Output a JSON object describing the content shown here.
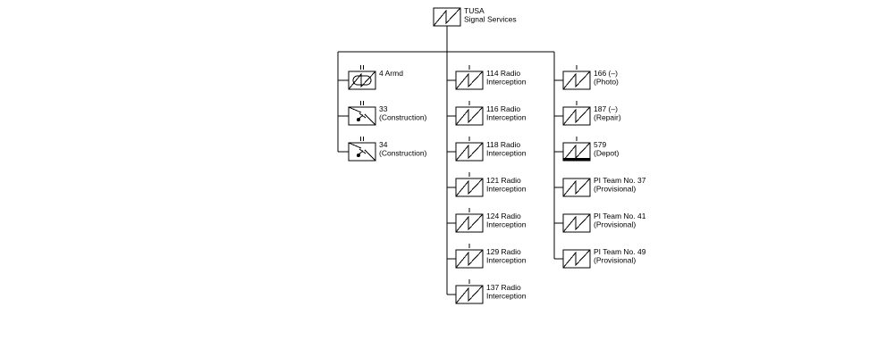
{
  "root": {
    "line1": "TUSA",
    "line2": "Signal Services"
  },
  "columns": [
    {
      "units": [
        {
          "line1": "4 Armd",
          "line2": "",
          "symbol": "armored-signal",
          "echelon": "II"
        },
        {
          "line1": "33",
          "line2": "(Construction)",
          "symbol": "construction-signal",
          "echelon": "II"
        },
        {
          "line1": "34",
          "line2": "(Construction)",
          "symbol": "construction-signal",
          "echelon": "II"
        }
      ]
    },
    {
      "units": [
        {
          "line1": "114 Radio",
          "line2": "Interception",
          "symbol": "signal",
          "echelon": "I"
        },
        {
          "line1": "116 Radio",
          "line2": "Interception",
          "symbol": "signal",
          "echelon": "I"
        },
        {
          "line1": "118 Radio",
          "line2": "Interception",
          "symbol": "signal",
          "echelon": "I"
        },
        {
          "line1": "121 Radio",
          "line2": "Interception",
          "symbol": "signal",
          "echelon": "I"
        },
        {
          "line1": "124 Radio",
          "line2": "Interception",
          "symbol": "signal",
          "echelon": "I"
        },
        {
          "line1": "129 Radio",
          "line2": "Interception",
          "symbol": "signal",
          "echelon": "I"
        },
        {
          "line1": "137 Radio",
          "line2": "Interception",
          "symbol": "signal",
          "echelon": "I"
        }
      ]
    },
    {
      "units": [
        {
          "line1": "166 (–)",
          "line2": "(Photo)",
          "symbol": "signal",
          "echelon": "I"
        },
        {
          "line1": "187 (–)",
          "line2": "(Repair)",
          "symbol": "signal",
          "echelon": "I"
        },
        {
          "line1": "579",
          "line2": "(Depot)",
          "symbol": "signal-depot",
          "echelon": "I"
        },
        {
          "line1": "PI Team No. 37",
          "line2": "(Provisional)",
          "symbol": "signal",
          "echelon": ""
        },
        {
          "line1": "PI Team No. 41",
          "line2": "(Provisional)",
          "symbol": "signal",
          "echelon": ""
        },
        {
          "line1": "PI Team No. 49",
          "line2": "(Provisional)",
          "symbol": "signal",
          "echelon": ""
        }
      ]
    }
  ]
}
